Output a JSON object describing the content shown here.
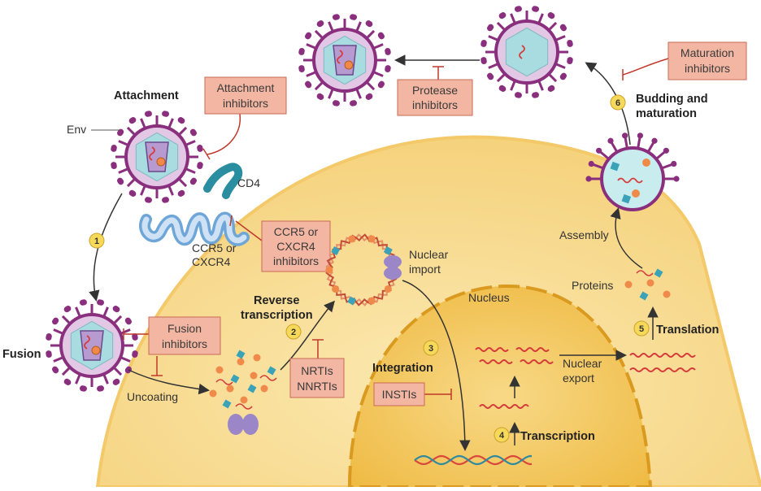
{
  "labels": {
    "attachment": "Attachment",
    "env": "Env",
    "cd4": "CD4",
    "ccr5_cxcr4_line1": "CCR5 or",
    "ccr5_cxcr4_line2": "CXCR4",
    "fusion": "Fusion",
    "uncoating": "Uncoating",
    "reverse_transcription_line1": "Reverse",
    "reverse_transcription_line2": "transcription",
    "nuclear_import_line1": "Nuclear",
    "nuclear_import_line2": "import",
    "nucleus": "Nucleus",
    "integration": "Integration",
    "transcription": "Transcription",
    "nuclear_export_line1": "Nuclear",
    "nuclear_export_line2": "export",
    "translation": "Translation",
    "proteins": "Proteins",
    "assembly": "Assembly",
    "budding_line1": "Budding and",
    "budding_line2": "maturation"
  },
  "steps": [
    "1",
    "2",
    "3",
    "4",
    "5",
    "6"
  ],
  "inhibitors": {
    "attachment": [
      "Attachment",
      "inhibitors"
    ],
    "ccr5": [
      "CCR5 or",
      "CXCR4",
      "inhibitors"
    ],
    "fusion": [
      "Fusion",
      "inhibitors"
    ],
    "nrti": [
      "NRTIs",
      "NNRTIs"
    ],
    "insti": [
      "INSTIs"
    ],
    "protease": [
      "Protease",
      "inhibitors"
    ],
    "maturation": [
      "Maturation",
      "inhibitors"
    ]
  },
  "colors": {
    "cell": "#f7dc8e",
    "nucleus": "#f2c04e",
    "virus_envelope": "#e3c8e6",
    "spike": "#8a2f7e",
    "capsid": "#a8dce0",
    "inhibitor_box": "#f2b6a2",
    "inhibitor_line": "#c0392b",
    "rna": "#d63b3b"
  }
}
